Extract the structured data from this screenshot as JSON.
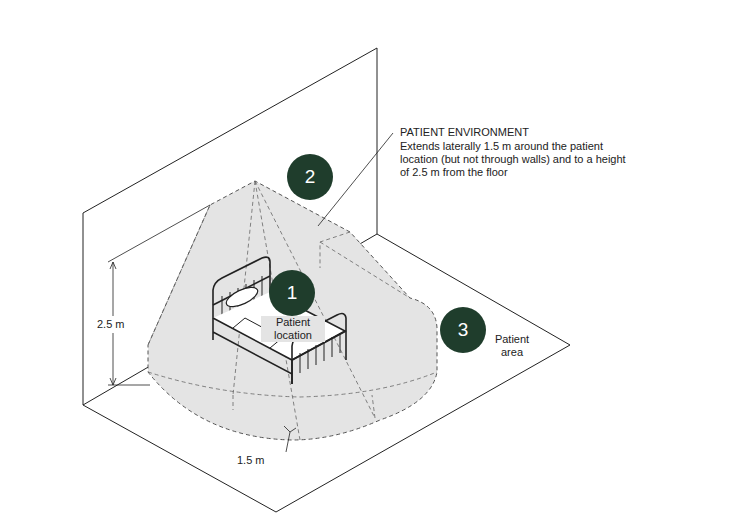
{
  "diagram": {
    "nodes": [
      {
        "text": [
          "2"
        ]
      },
      {
        "text": [
          "1"
        ]
      },
      {
        "text": [
          "3"
        ]
      }
    ],
    "labels": [
      "PATIENT ENVIRONMENT",
      "Extends laterally 1.5 m around the patient location (but not through walls) and to a height of 2.5 m from the floor",
      "Patient location",
      "Patient area",
      "2.5 m",
      "1.5 m"
    ]
  }
}
